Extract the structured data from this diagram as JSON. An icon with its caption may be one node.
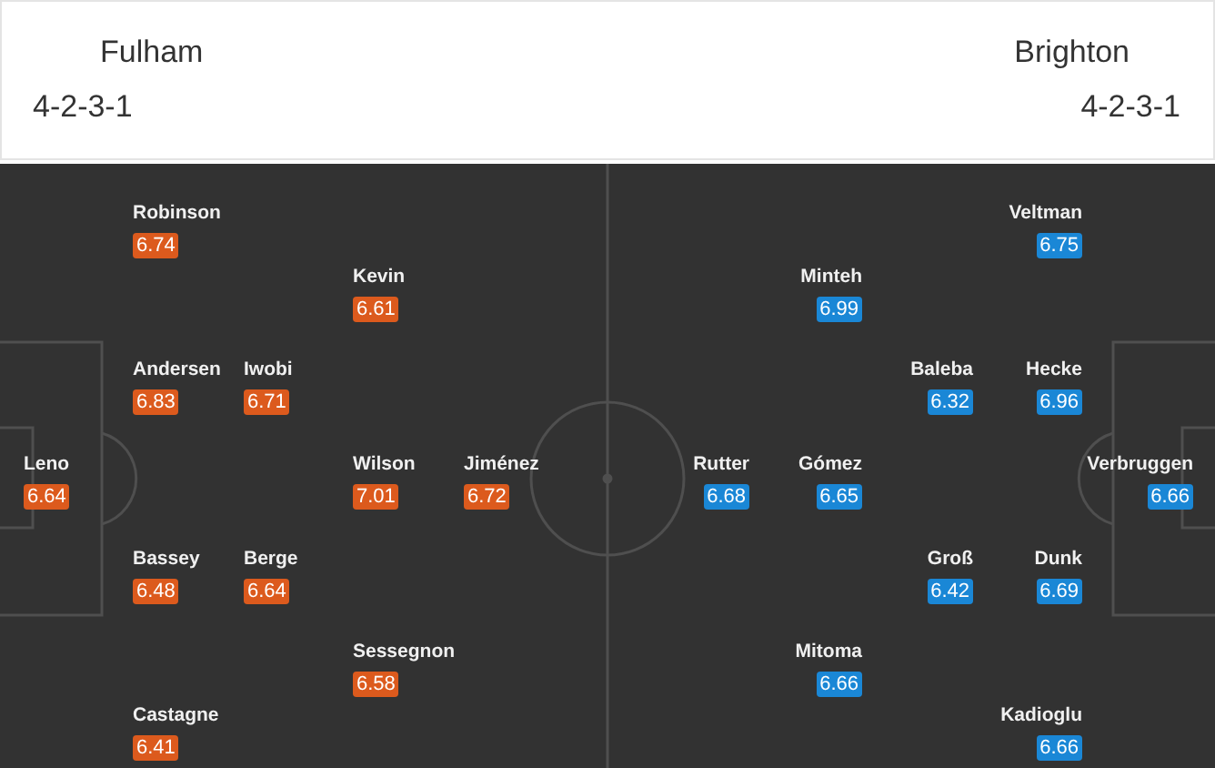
{
  "diagram": {
    "nodes": [
      {
        "text": [
          "Robinson",
          "6.74"
        ]
      },
      {
        "text": [
          "Veltman",
          "6.75"
        ]
      },
      {
        "text": [
          "Kevin",
          "6.61"
        ]
      },
      {
        "text": [
          "Minteh",
          "6.99"
        ]
      },
      {
        "text": [
          "Andersen",
          "6.83"
        ]
      },
      {
        "text": [
          "Iwobi",
          "6.71"
        ]
      },
      {
        "text": [
          "Baleba",
          "6.32"
        ]
      },
      {
        "text": [
          "Hecke",
          "6.96"
        ]
      },
      {
        "text": [
          "Leno",
          "6.64"
        ]
      },
      {
        "text": [
          "Wilson",
          "7.01"
        ]
      },
      {
        "text": [
          "Jiménez",
          "6.72"
        ]
      },
      {
        "text": [
          "Rutter",
          "6.68"
        ]
      },
      {
        "text": [
          "Gómez",
          "6.65"
        ]
      },
      {
        "text": [
          "Verbruggen",
          "6.66"
        ]
      },
      {
        "text": [
          "Bassey",
          "6.48"
        ]
      },
      {
        "text": [
          "Berge",
          "6.64"
        ]
      },
      {
        "text": [
          "Groß",
          "6.42"
        ]
      },
      {
        "text": [
          "Dunk",
          "6.69"
        ]
      },
      {
        "text": [
          "Sessegnon",
          "6.58"
        ]
      },
      {
        "text": [
          "Mitoma",
          "6.66"
        ]
      },
      {
        "text": [
          "Castagne",
          "6.41"
        ]
      },
      {
        "text": [
          "Kadioglu",
          "6.66"
        ]
      }
    ],
    "labels": [
      "Fulham",
      "Brighton",
      "4-2-3-1",
      "4-2-3-1"
    ]
  }
}
